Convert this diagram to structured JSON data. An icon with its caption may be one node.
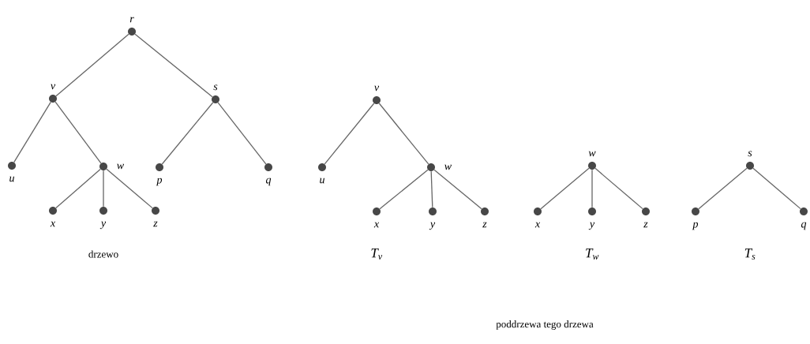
{
  "diagram": {
    "nodes": [
      {
        "text": [
          "r"
        ]
      },
      {
        "text": [
          "v"
        ]
      },
      {
        "text": [
          "s"
        ]
      },
      {
        "text": [
          "u"
        ]
      },
      {
        "text": [
          "w"
        ]
      },
      {
        "text": [
          "p"
        ]
      },
      {
        "text": [
          "q"
        ]
      },
      {
        "text": [
          "x"
        ]
      },
      {
        "text": [
          "y"
        ]
      },
      {
        "text": [
          "z"
        ]
      },
      {
        "text": [
          "v"
        ]
      },
      {
        "text": [
          "u"
        ]
      },
      {
        "text": [
          "w"
        ]
      },
      {
        "text": [
          "x"
        ]
      },
      {
        "text": [
          "y"
        ]
      },
      {
        "text": [
          "z"
        ]
      },
      {
        "text": [
          "w"
        ]
      },
      {
        "text": [
          "x"
        ]
      },
      {
        "text": [
          "y"
        ]
      },
      {
        "text": [
          "z"
        ]
      },
      {
        "text": [
          "s"
        ]
      },
      {
        "text": [
          "p"
        ]
      },
      {
        "text": [
          "q"
        ]
      }
    ],
    "edges": [
      {
        "from": 0,
        "to": 1,
        "arrow": "none"
      },
      {
        "from": 0,
        "to": 2,
        "arrow": "none"
      },
      {
        "from": 1,
        "to": 3,
        "arrow": "none"
      },
      {
        "from": 1,
        "to": 4,
        "arrow": "none"
      },
      {
        "from": 2,
        "to": 5,
        "arrow": "none"
      },
      {
        "from": 2,
        "to": 6,
        "arrow": "none"
      },
      {
        "from": 4,
        "to": 7,
        "arrow": "none"
      },
      {
        "from": 4,
        "to": 8,
        "arrow": "none"
      },
      {
        "from": 4,
        "to": 9,
        "arrow": "none"
      },
      {
        "from": 10,
        "to": 11,
        "arrow": "none"
      },
      {
        "from": 10,
        "to": 12,
        "arrow": "none"
      },
      {
        "from": 12,
        "to": 13,
        "arrow": "none"
      },
      {
        "from": 12,
        "to": 14,
        "arrow": "none"
      },
      {
        "from": 12,
        "to": 15,
        "arrow": "none"
      },
      {
        "from": 16,
        "to": 17,
        "arrow": "none"
      },
      {
        "from": 16,
        "to": 18,
        "arrow": "none"
      },
      {
        "from": 16,
        "to": 19,
        "arrow": "none"
      },
      {
        "from": 20,
        "to": 21,
        "arrow": "none"
      },
      {
        "from": 20,
        "to": 22,
        "arrow": "none"
      }
    ],
    "labels": [
      "drzewo",
      "T$_{v}$",
      "T$_{w}$",
      "T$_{s}$",
      "poddrzewa tego drzewa"
    ]
  }
}
